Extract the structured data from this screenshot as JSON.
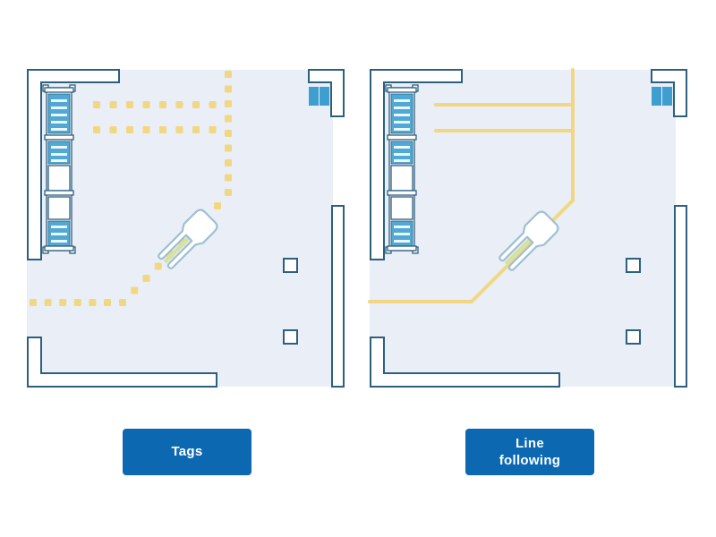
{
  "panels": [
    {
      "id": "tags",
      "label": "Tags"
    },
    {
      "id": "line-following",
      "label": "Line\nfollowing"
    }
  ],
  "icons": {
    "agv": "forklift-agv-top-view",
    "rack": "pallet-rack-top-view",
    "dock": "blue-door-marker",
    "waypoint": "waypoint-square"
  },
  "colors": {
    "floor": "#e9eef7",
    "wall-stroke": "#2d5f7e",
    "rack-blue": "#4fa9d6",
    "dock-blue": "#3f9ed0",
    "path-yellow": "#f2d783",
    "agv-stroke": "#9fc0d3",
    "agv-stripe": "#d5e2a2",
    "button-bg": "#0d68b2",
    "button-text": "#ffffff"
  }
}
